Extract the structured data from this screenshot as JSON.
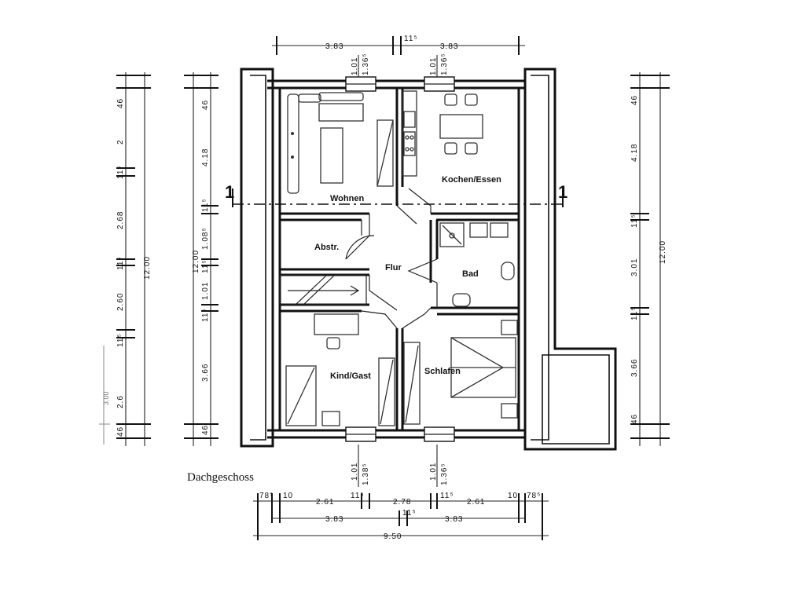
{
  "title": "Dachgeschoss",
  "rooms": {
    "wohnen": "Wohnen",
    "kochen": "Kochen/Essen",
    "abstr": "Abstr.",
    "flur": "Flur",
    "bad": "Bad",
    "kind": "Kind/Gast",
    "schlafen": "Schlafen"
  },
  "section_marker": "1",
  "dimensions": {
    "top": [
      "3.83",
      "11⁵",
      "3.83"
    ],
    "window_top_left": [
      "1.01",
      "1.36⁵"
    ],
    "window_top_right": [
      "1.01",
      "1.36⁵"
    ],
    "window_bottom_left": [
      "1.01",
      "1.38⁵"
    ],
    "window_bottom_right": [
      "1.01",
      "1.36⁵"
    ],
    "bottom_row1": [
      "78⁵",
      "10",
      "2.61",
      "11⁵",
      "2.78",
      "11⁵",
      "2.61",
      "10",
      "78⁵"
    ],
    "bottom_row2": [
      "3.83",
      "11⁵",
      "3.83"
    ],
    "bottom_total": "9.50",
    "left_outer": [
      "46",
      "2",
      "11⁵",
      "2.68",
      "11⁵",
      "2.60",
      "11⁵",
      "2.6",
      "46"
    ],
    "left_outer_extra": "3.00",
    "left_outer_total": "12.00",
    "left_inner": [
      "46",
      "4.18",
      "11⁵",
      "1.08⁵",
      "11⁵",
      "1.01",
      "11⁵",
      "3.66",
      "46"
    ],
    "left_inner_total": "12.00",
    "right_inner": [
      "46",
      "4.18",
      "11⁵",
      "3.01",
      "11⁵",
      "3.66",
      "46"
    ],
    "right_total": "12.00"
  }
}
